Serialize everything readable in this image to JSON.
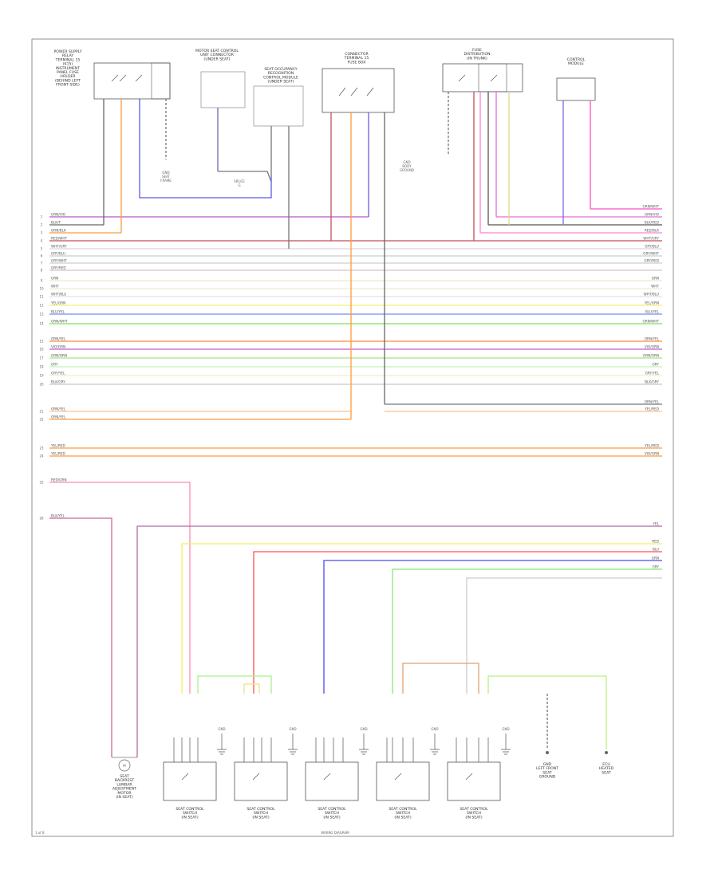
{
  "page": {
    "bottom_left": "1 of 8",
    "bottom_center": "WIRING DIAGRAM"
  },
  "top_components": [
    {
      "id": "c1",
      "lines": [
        "POWER SUPPLY",
        "RELAY",
        "TERMINAL 15",
        "(K15)",
        "INSTRUMENT",
        "PANEL FUSE",
        "HOLDER",
        "(BEHIND LEFT",
        "FRONT SIDE)"
      ]
    },
    {
      "id": "c2",
      "lines": [
        "MOTOR SEAT CONTROL",
        "UNIT CONNECTOR",
        "(UNDER SEAT)"
      ]
    },
    {
      "id": "c3",
      "lines": [
        "SEAT OCCUPANCY",
        "RECOGNITION",
        "CONTROL MODULE",
        "(UNDER SEAT)"
      ]
    },
    {
      "id": "c4",
      "lines": [
        "CONNECTOR",
        "TERMINAL 15",
        "FUSE BOX"
      ]
    },
    {
      "id": "c5",
      "lines": [
        "FUSE",
        "DISTRIBUTION",
        "(IN TRUNK)"
      ]
    },
    {
      "id": "c6",
      "lines": [
        "CONTROL",
        "MODULE"
      ]
    }
  ],
  "mid_labels": {
    "ground_left": [
      "GND",
      "SEAT",
      "FRAME"
    ],
    "splice": [
      "SPLICE",
      "G"
    ],
    "ground_right": [
      "GND",
      "BODY",
      "GROUND"
    ]
  },
  "left_wire_labels": [
    "GRN/VIO",
    "BLK/T",
    "ORN/BLK",
    "RED/WHT",
    "WHT/GRY",
    "GRY/BLU",
    "GRY/WHT",
    "GRY/RED",
    "GRN",
    "WHT",
    "WHT/BLU",
    "YEL/GRN",
    "BLU/YEL",
    "GRN/WHT",
    "ORN/YEL",
    "VIO/ORN",
    "GRN/ORN",
    "GRY",
    "GRY/YEL",
    "BLK/GRY",
    "ORN/YEL",
    "ORN/YEL",
    "YEL/RED",
    "YEL/RED",
    "RED/GRN",
    "BLK/YEL"
  ],
  "left_wire_numbers": [
    "1",
    "2",
    "3",
    "4",
    "5",
    "6",
    "7",
    "8",
    "9",
    "10",
    "11",
    "12",
    "13",
    "14",
    "15",
    "16",
    "17",
    "18",
    "19",
    "20",
    "21",
    "22",
    "23",
    "24",
    "25",
    "26"
  ],
  "right_wire_labels": [
    "GRN/WHT",
    "GRN/VIO",
    "BLK/RED",
    "RED/BLK",
    "WHT/GRY",
    "GRY/BLU",
    "GRY/WHT",
    "GRY/RED",
    "GRN",
    "WHT",
    "WHT/BLU",
    "YEL/GRN",
    "BLU/YEL",
    "GRN/WHT",
    "ORN/YEL",
    "VIO/ORN",
    "GRN/ORN",
    "GRY",
    "GRY/YEL",
    "BLK/GRY",
    "ORN/YEL",
    "YEL/RED",
    "YEL/RED",
    "VIO/GRN",
    "YEL",
    "RED",
    "BLU",
    "GRN",
    "GRY"
  ],
  "bottom_components": [
    {
      "id": "b1",
      "lines": [
        "SEAT",
        "BACKREST",
        "LUMBAR",
        "ADJUSTMENT",
        "MOTOR",
        "(IN SEAT)"
      ]
    },
    {
      "id": "b2",
      "lines": [
        "SEAT CONTROL",
        "SWITCH",
        "(IN SEAT)"
      ]
    },
    {
      "id": "b3",
      "lines": [
        "SEAT CONTROL",
        "SWITCH",
        "(IN SEAT)"
      ]
    },
    {
      "id": "b4",
      "lines": [
        "SEAT CONTROL",
        "SWITCH",
        "(IN SEAT)"
      ]
    },
    {
      "id": "b5",
      "lines": [
        "SEAT CONTROL",
        "SWITCH",
        "(IN SEAT)"
      ]
    },
    {
      "id": "b6",
      "lines": [
        "SEAT CONTROL",
        "SWITCH",
        "(IN SEAT)"
      ]
    },
    {
      "id": "b7",
      "lines": [
        "GND",
        "LEFT FRONT",
        "SEAT",
        "GROUND"
      ]
    },
    {
      "id": "b8",
      "lines": [
        "ECU",
        "HEATED",
        "SEAT"
      ]
    }
  ],
  "motor_label": "M",
  "ground_badge": "GND"
}
